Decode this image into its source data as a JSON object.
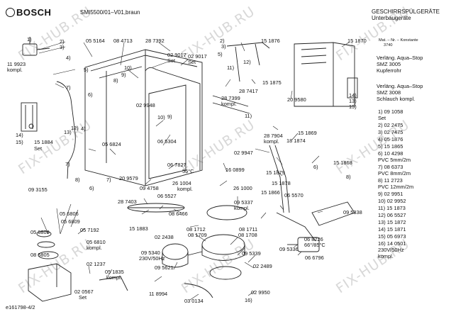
{
  "header": {
    "brand": "BOSCH",
    "model": "SMI5500/01–V01,braun",
    "title": "GESCHIRRSPÜLGERÄTE",
    "subtitle": "Unterbaugeräte"
  },
  "footer": {
    "doc_id": "e161798-4/2"
  },
  "watermark": "FIX-HUB.RU",
  "right_panel": {
    "note_small": "Mat. – Nr. – Konstante",
    "note_num": "3740",
    "aqua1": [
      "Verläng. Aqua–Stop",
      "SMZ 3005",
      "Kupferrohr"
    ],
    "aqua2": [
      "Verläng. Aqua–Stop",
      "SMZ 3008",
      "Schlauch kompl."
    ],
    "parts": [
      "1)  09 1058",
      "      Set",
      "2)  02 2475",
      "3)  02 7475",
      "4)  05 1876",
      "5)  15 1865",
      "6)  10 4298",
      "      PVC 5mm/2m",
      "7)  08 6373",
      "      PVC 8mm/2m",
      "8)  11 2723",
      "      PVC 12mm/2m",
      "9)  02 9951",
      "10) 02 9952",
      "11) 15 1873",
      "12) 06 5527",
      "13) 15 1872",
      "14) 15 1871",
      "15) 05 6973",
      "16) 14 0501",
      "      230V/50Hz",
      "      kompl."
    ]
  },
  "callouts": {
    "c1": "1)",
    "c2": "2)",
    "c3": "3)",
    "c4": "4)",
    "c5": "5)",
    "c6": "6)",
    "c7": "7)",
    "c8": "8)",
    "c9": "9)",
    "c10": "10)",
    "c11": "11)",
    "c12": "12)",
    "c13": "13)",
    "c14": "14)",
    "c15": "15)",
    "c16": "16)",
    "c4b": "4)",
    "c6b": "6)",
    "c7b": "7)",
    "c8b": "8)",
    "c8c": "8)",
    "c10b": "10)",
    "c14b": "14)",
    "c15b": "15)",
    "c7c": "7)",
    "c6c": "6)",
    "c9b": "9)",
    "c2b": "2)",
    "c3b": "3)",
    "c5b": "5)",
    "c12b": "12)",
    "c11b": "11)",
    "c13b": "13)",
    "c16b": "16)",
    "c6d": "6)",
    "c8d": "8)"
  },
  "labels": {
    "p055164": "05 5164",
    "p084713": "08 4713",
    "p287392": "28 7392",
    "p029017": "02 9017",
    "set1": "Set",
    "p151876": "15 1876",
    "p151870": "15 1870",
    "p119923": "11 9923",
    "kompl1": "kompl.",
    "p029948": "02 9948",
    "p065304": "06 5304",
    "p287399": "28 7399",
    "kompl2": "kompl.",
    "p287417": "28 7417",
    "p151875": "15 1875",
    "p209580": "20 9580",
    "p151884": "15 1884",
    "set2": "Set",
    "p056824": "05 6824",
    "p287904": "28 7904",
    "kompl3": "kompl.",
    "p151869": "15 1869",
    "p181874": "18 1874",
    "p029947": "02 9947",
    "p067827": "06 7827",
    "c55": "55°C",
    "p160899": "16 0899",
    "p151879": "15 1879",
    "p151878": "15 1878",
    "p151868": "15 1868",
    "kompl4": "kompl.",
    "p261004": "26 1004",
    "kompl5": "kompl.",
    "p261000": "26 1000",
    "p209579": "20 9579",
    "p094758": "09 4758",
    "p093155": "09 3155",
    "p065527": "06 5527",
    "p151866": "15 1866",
    "p065570": "06 5570",
    "p095337": "09 5337",
    "kompl6": "kompl.",
    "p095338": "09 5338",
    "p287403": "28 7403",
    "p086466": "08 6466",
    "p151883": "15 1883",
    "p056806": "05 6806",
    "p056808": "05 6808",
    "p056809": "05 6809",
    "p057192": "05 7192",
    "p056810": "05 6810",
    "kompl7": "kompl.",
    "p081712": "08 1712",
    "p081711": "08 1711",
    "p081709": "08 1709",
    "p081708": "08 1708",
    "p022438": "02 2438",
    "p086805": "08 6805",
    "p021237": "02 1237",
    "p095340": "09 5340",
    "v230": "230V/50Hz",
    "p095339": "09 5339",
    "p095336": "09 5336",
    "p068226": "06 8226",
    "temp": "66°/85°C",
    "p066796": "06 6796",
    "p095621": "09 5621",
    "p051835": "05 1835",
    "kompl8": "kompl.",
    "p022489": "02 2489",
    "p020567": "02 0567",
    "set3": "Set",
    "p118994": "11 8994",
    "p030134": "03 0134",
    "p029950": "02 9950"
  }
}
